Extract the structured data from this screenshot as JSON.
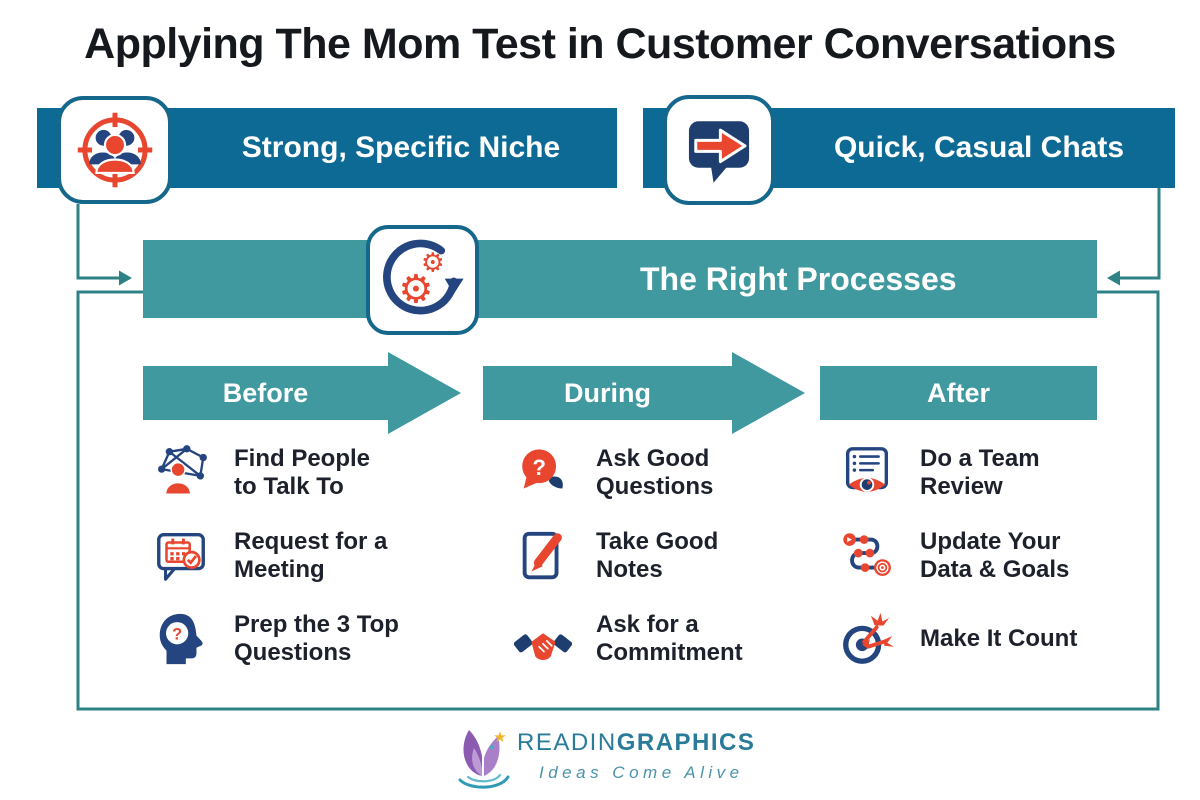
{
  "title": "Applying The Mom Test in Customer Conversations",
  "colors": {
    "banner_blue": "#0d6a94",
    "banner_teal": "#3f999e",
    "connector_teal": "#2e8184",
    "icon_red": "#e8462f",
    "icon_navy": "#24457f",
    "text_dark": "#1d212b",
    "brand_teal": "#2a7b99"
  },
  "banners": {
    "niche": {
      "label": "Strong, Specific Niche",
      "icon": "people-target-icon"
    },
    "chats": {
      "label": "Quick, Casual Chats",
      "icon": "chat-arrow-icon"
    },
    "processes": {
      "label": "The Right Processes",
      "icon": "gears-cycle-icon"
    }
  },
  "phases": [
    {
      "label": "Before",
      "items": [
        {
          "line1": "Find People",
          "line2": "to Talk To",
          "icon": "network-person-icon"
        },
        {
          "line1": "Request for a",
          "line2": "Meeting",
          "icon": "calendar-bubble-icon"
        },
        {
          "line1": "Prep the 3 Top",
          "line2": "Questions",
          "icon": "head-question-icon"
        }
      ]
    },
    {
      "label": "During",
      "items": [
        {
          "line1": "Ask Good",
          "line2": "Questions",
          "icon": "question-bubble-icon"
        },
        {
          "line1": "Take Good",
          "line2": "Notes",
          "icon": "notepad-pencil-icon"
        },
        {
          "line1": "Ask for a",
          "line2": "Commitment",
          "icon": "handshake-icon"
        }
      ]
    },
    {
      "label": "After",
      "items": [
        {
          "line1": "Do a Team",
          "line2": "Review",
          "icon": "document-eye-icon"
        },
        {
          "line1": "Update Your",
          "line2": "Data & Goals",
          "icon": "path-target-icon"
        },
        {
          "line1": "Make It Count",
          "line2": "",
          "icon": "dartboard-icon"
        }
      ]
    }
  ],
  "footer": {
    "brand_regular": "READIN",
    "brand_bold": "GRAPHICS",
    "tagline": "Ideas Come Alive"
  }
}
